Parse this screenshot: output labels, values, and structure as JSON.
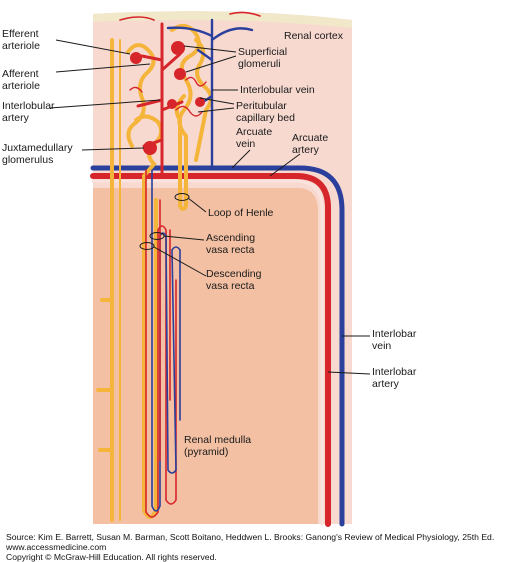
{
  "labels": {
    "renal_cortex": "Renal cortex",
    "efferent_arteriole": "Efferent\narteriole",
    "afferent_arteriole": "Afferent\narteriole",
    "superficial_glomeruli": "Superficial\nglomeruli",
    "interlobular_vein": "Interlobular vein",
    "interlobular_artery": "Interlobular\nartery",
    "peritubular_capillary_bed": "Peritubular\ncapillary bed",
    "arcuate_vein": "Arcuate\nvein",
    "arcuate_artery": "Arcuate\nartery",
    "juxtamedullary_glomerulus": "Juxtamedullary\nglomerulus",
    "loop_of_henle": "Loop of Henle",
    "ascending_vasa_recta": "Ascending\nvasa recta",
    "descending_vasa_recta": "Descending\nvasa recta",
    "interlobar_vein": "Interlobar\nvein",
    "interlobar_artery": "Interlobar\nartery",
    "renal_medulla": "Renal medulla\n(pyramid)"
  },
  "source": {
    "line1": "Source: Kim E. Barrett, Susan M. Barman, Scott Boitano, Heddwen L. Brooks: Ganong's Review of Medical Physiology, 25th Ed.",
    "line2": "www.accessmedicine.com",
    "line3": "Copyright © McGraw-Hill Education.  All rights reserved."
  },
  "colors": {
    "cortex": "#f7d9d0",
    "medulla": "#f3c0a3",
    "artery": "#d7262b",
    "vein": "#2b3f9c",
    "tubule": "#f5b53a",
    "capsule_rim": "#f1e7c9"
  }
}
